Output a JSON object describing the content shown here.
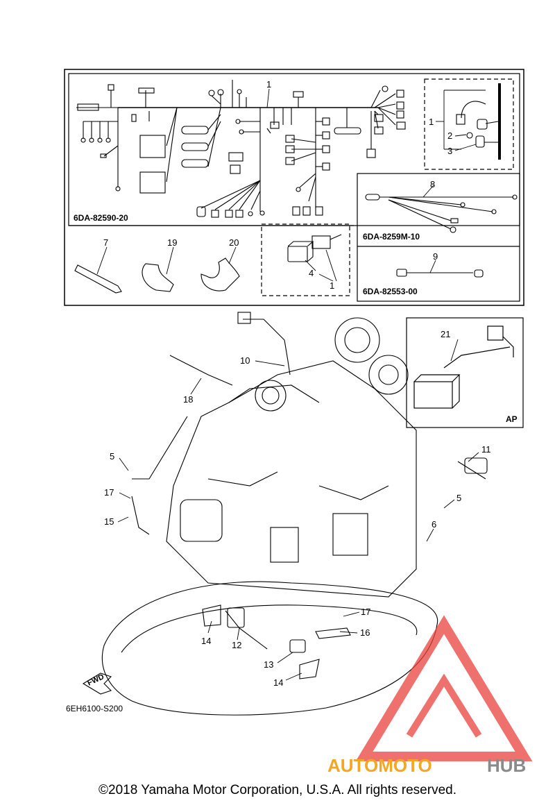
{
  "callouts": {
    "c1": "1",
    "c2": "2",
    "c3": "3",
    "c4": "4",
    "c5": "5",
    "c6": "6",
    "c7": "7",
    "c8": "8",
    "c9": "9",
    "c10": "10",
    "c11": "11",
    "c12": "12",
    "c13": "13",
    "c14": "14",
    "c15": "15",
    "c16": "16",
    "c17": "17",
    "c18": "18",
    "c19": "19",
    "c20": "20",
    "c21": "21"
  },
  "part_codes": {
    "harness": "6DA-82590-20",
    "sub_harness": "6DA-8259M-10",
    "lead": "6DA-82553-00"
  },
  "inset_label": "AP",
  "fwd_label": "FWD",
  "drawing_id": "6EH6100-S200",
  "watermark": {
    "text_orange": "AUTOMOTO",
    "text_gray": "HUB",
    "color_red": "#e8413c",
    "color_orange": "#f5a623",
    "color_gray": "#8a8a8a"
  },
  "copyright": "©2018 Yamaha Motor Corporation, U.S.A. All rights reserved."
}
